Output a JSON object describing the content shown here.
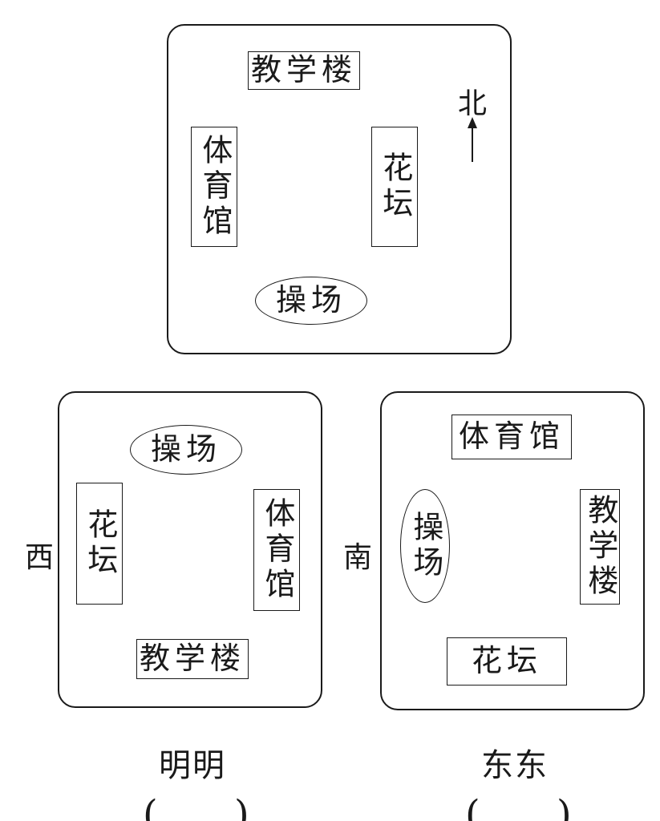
{
  "reference_map": {
    "north_label": "北",
    "teaching_building": "教学楼",
    "gym": "体育馆",
    "flower_bed": "花坛",
    "playground": "操场"
  },
  "mingming_map": {
    "direction_label": "西",
    "playground": "操场",
    "flower_bed": "花坛",
    "gym": "体育馆",
    "teaching_building": "教学楼",
    "caption": "明明",
    "answer_paren_open": "(",
    "answer_paren_close": ")"
  },
  "dongdong_map": {
    "direction_label": "南",
    "gym": "体育馆",
    "playground": "操场",
    "teaching_building": "教学楼",
    "flower_bed": "花坛",
    "caption": "东东",
    "answer_paren_open": "(",
    "answer_paren_close": ")"
  }
}
